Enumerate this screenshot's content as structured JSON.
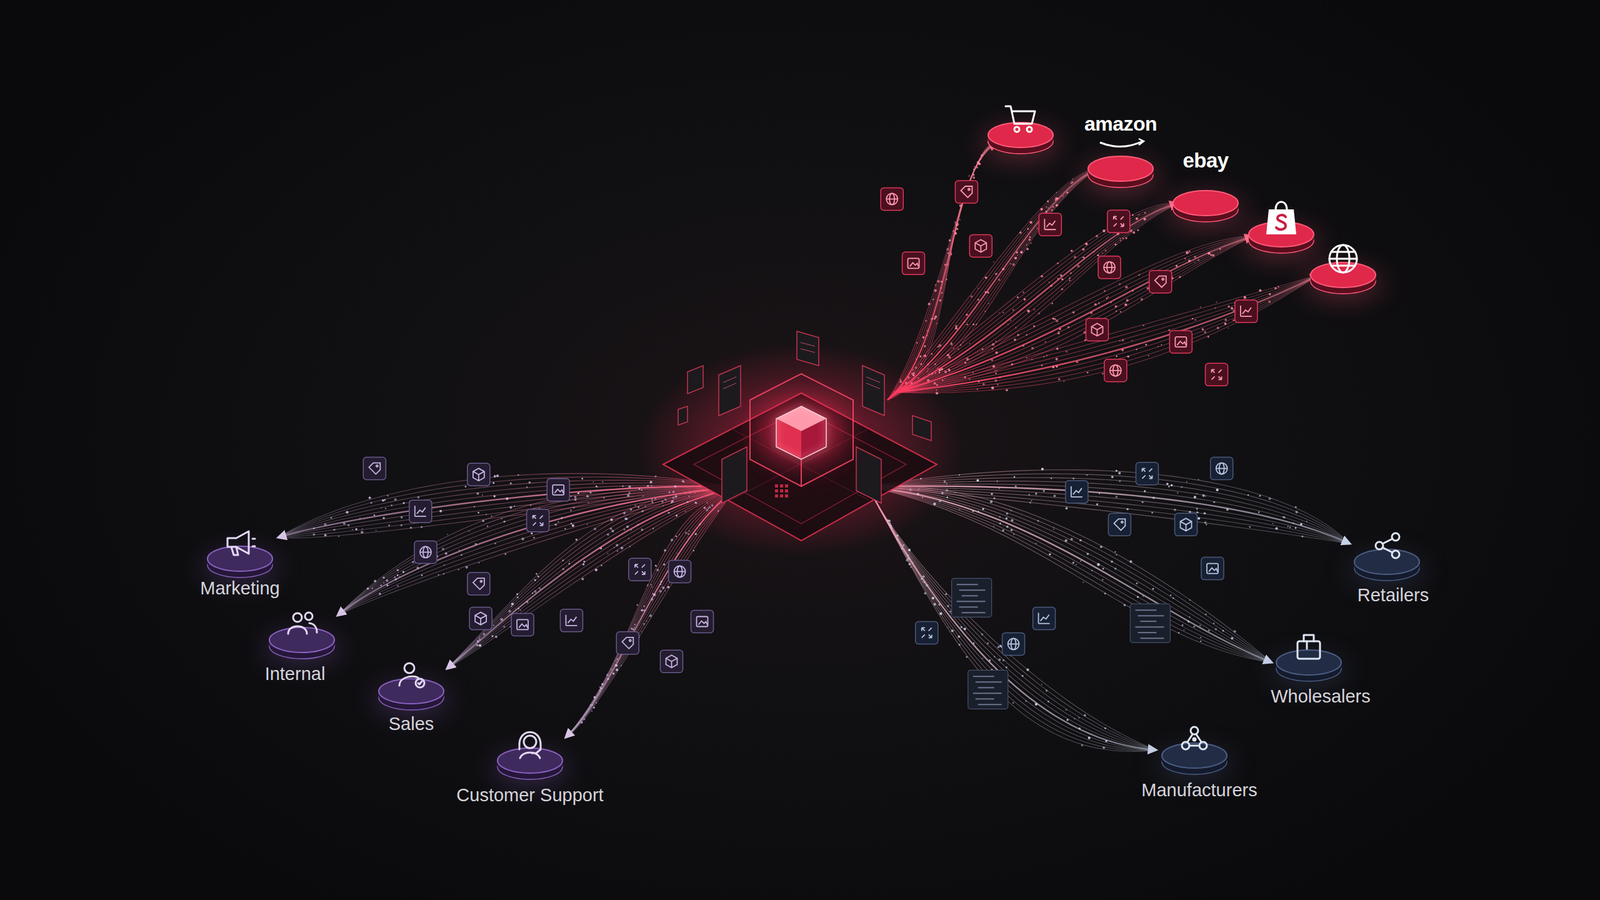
{
  "diagram": {
    "nodes": [
      {
        "text": [
          "amazon"
        ]
      },
      {
        "text": [
          "ebay"
        ]
      },
      {
        "text": [
          "Marketing"
        ]
      },
      {
        "text": [
          "Internal"
        ]
      },
      {
        "text": [
          "Sales"
        ]
      },
      {
        "text": [
          "Customer Support"
        ]
      },
      {
        "text": [
          "Retailers"
        ]
      },
      {
        "text": [
          "Wholesalers"
        ]
      },
      {
        "text": [
          "Manufacturers"
        ]
      }
    ]
  }
}
